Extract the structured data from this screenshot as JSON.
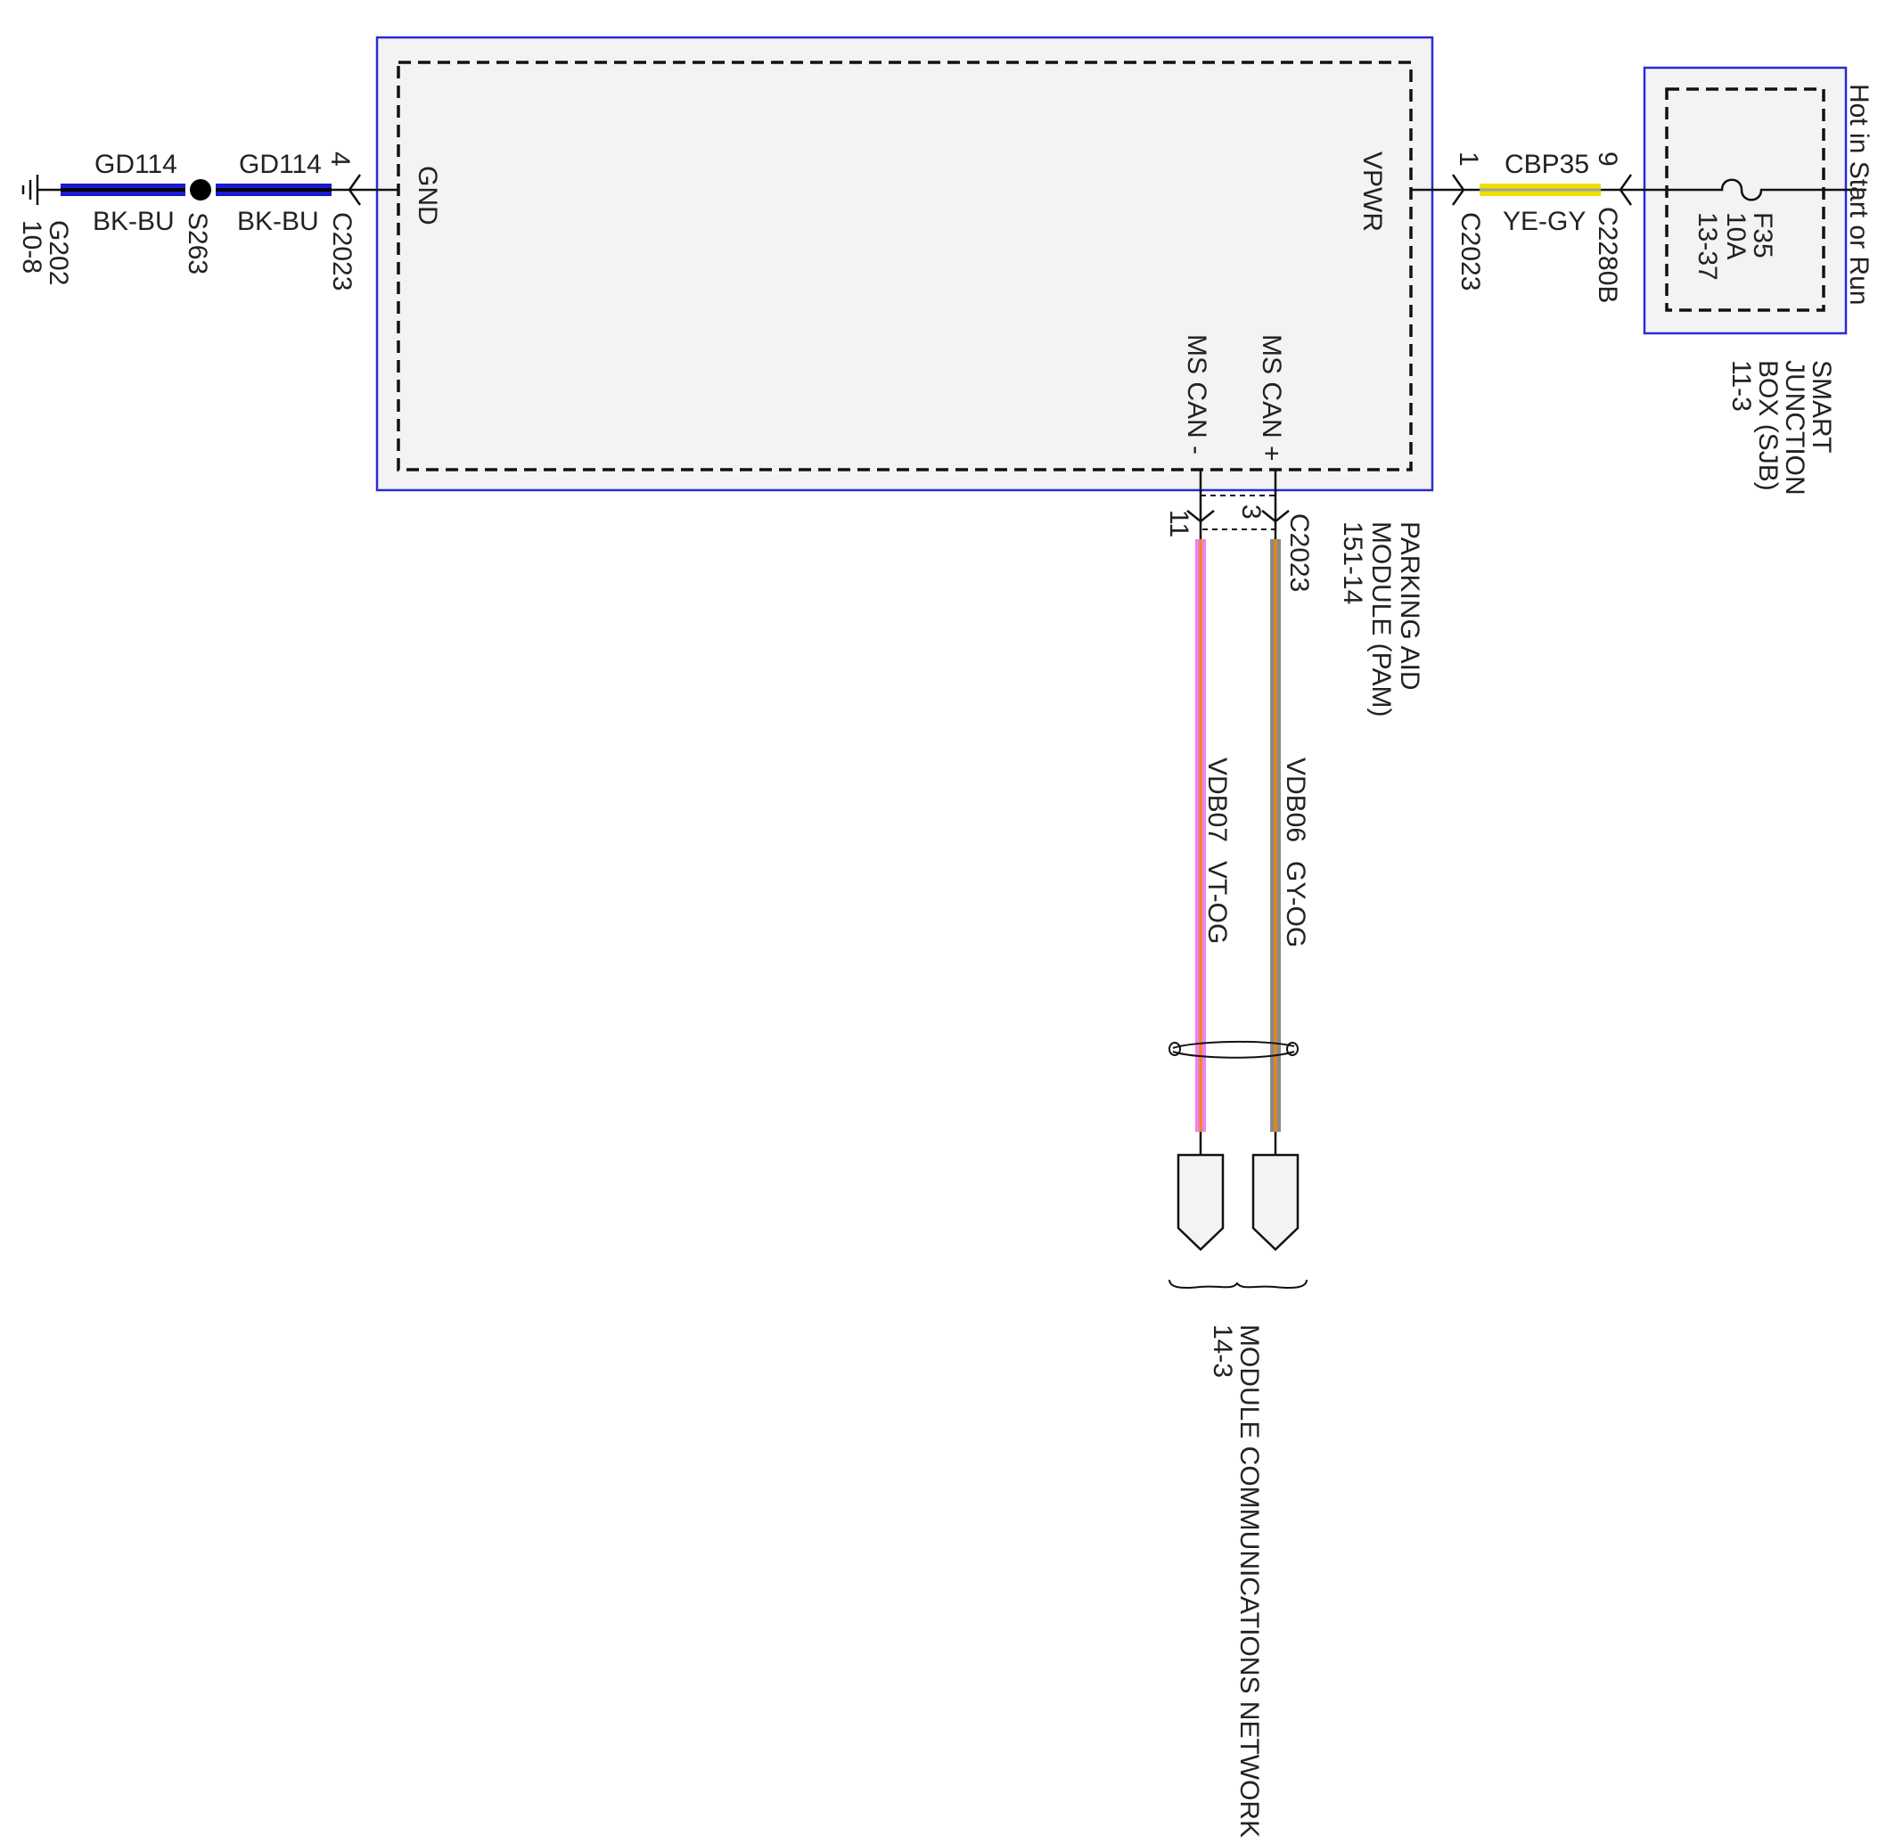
{
  "pam": {
    "name_lines": [
      "PARKING AID",
      "MODULE (PAM)",
      "151-14"
    ],
    "pins": {
      "gnd": "GND",
      "vpwr": "VPWR",
      "ms_can_minus": "MS CAN -",
      "ms_can_plus": "MS CAN +"
    }
  },
  "sjb": {
    "name_lines": [
      "SMART",
      "JUNCTION",
      "BOX (SJB)",
      "11-3"
    ],
    "hot_label": "Hot in Start or Run",
    "fuse_lines": [
      "F35",
      "10A",
      "13-37"
    ]
  },
  "ground_circuit": {
    "ground_lines": [
      "G202",
      "10-8"
    ],
    "circuit": "GD114",
    "color_code": "BK-BU",
    "splice": "S263",
    "connector": "C2023",
    "pin": "4",
    "colors": {
      "primary": "#1a1ad0",
      "stripe": "#000000"
    }
  },
  "power_circuit": {
    "circuit": "CBP35",
    "color_code": "YE-GY",
    "pam_connector": "C2023",
    "pam_pin": "1",
    "sjb_connector": "C2280B",
    "sjb_pin": "9",
    "colors": {
      "primary": "#f0e000",
      "stripe": "#a0a0a0"
    }
  },
  "can_circuits": {
    "connector": "C2023",
    "minus": {
      "pin": "11",
      "circuit": "VDB07",
      "color_code": "VT-OG",
      "colors": {
        "primary": "#ee82ee",
        "stripe": "#f08a00"
      }
    },
    "plus": {
      "pin": "3",
      "circuit": "VDB06",
      "color_code": "GY-OG",
      "colors": {
        "primary": "#8a8a8a",
        "stripe": "#f08a00"
      }
    },
    "destination_lines": [
      "MODULE COMMUNICATIONS NETWORK",
      "14-3"
    ]
  },
  "colors": {
    "module_border": "#2a2ad8",
    "module_fill": "#f3f3f3"
  }
}
